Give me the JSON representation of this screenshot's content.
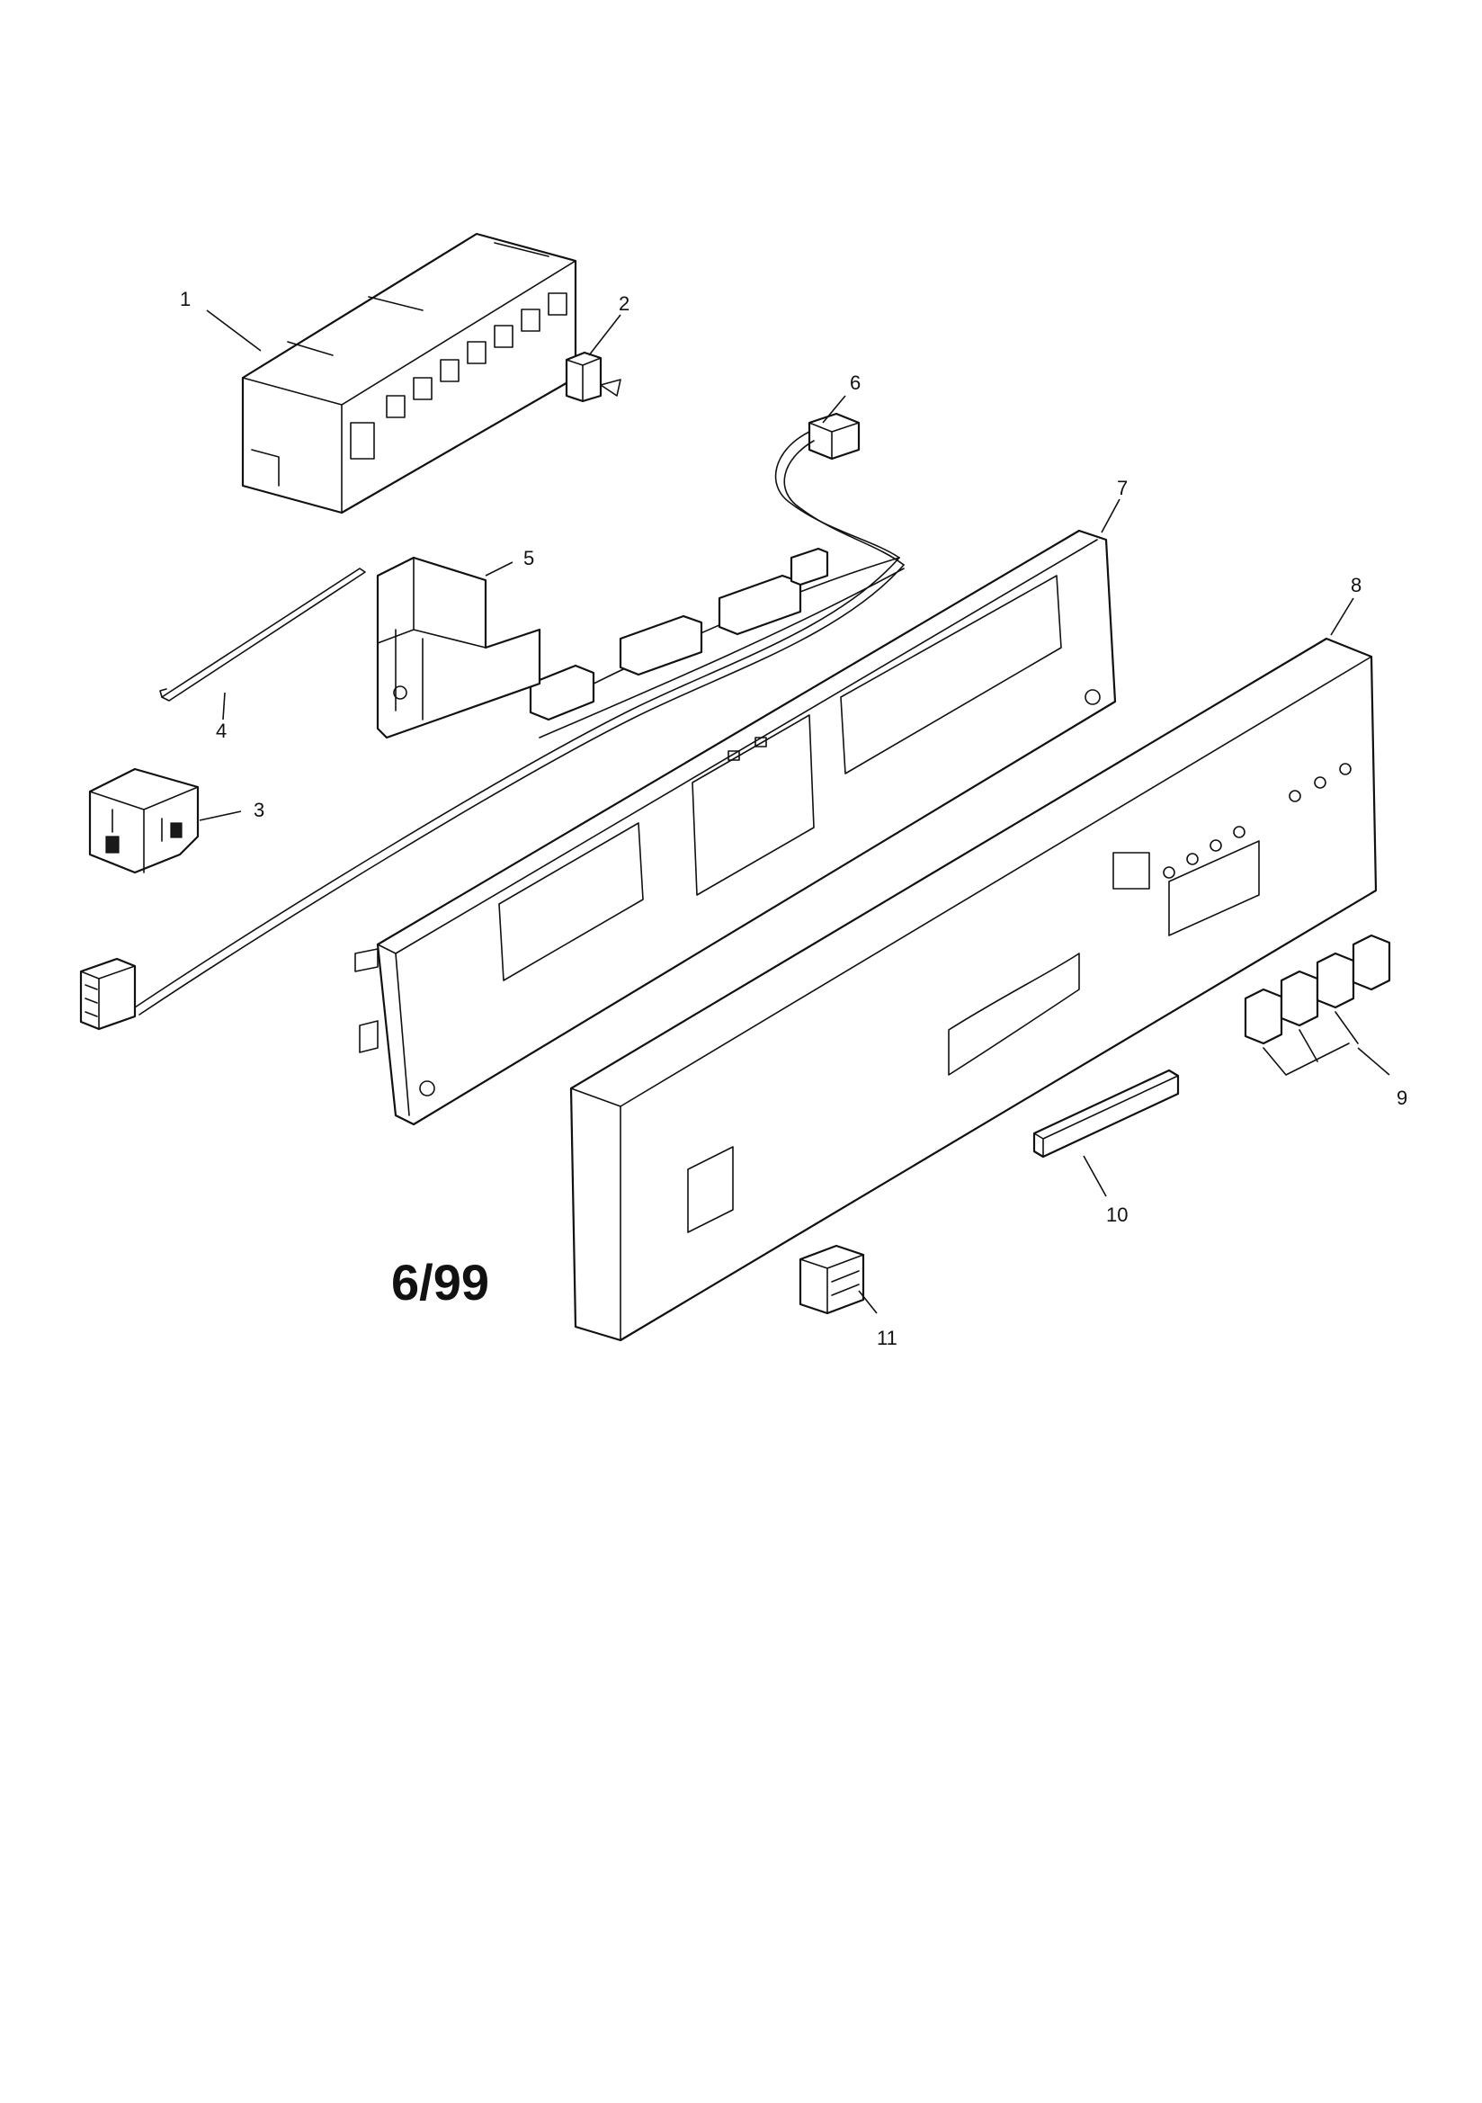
{
  "callouts": [
    "1",
    "2",
    "3",
    "4",
    "5",
    "6",
    "7",
    "8",
    "9",
    "10",
    "11"
  ],
  "date_mark": "6/99"
}
